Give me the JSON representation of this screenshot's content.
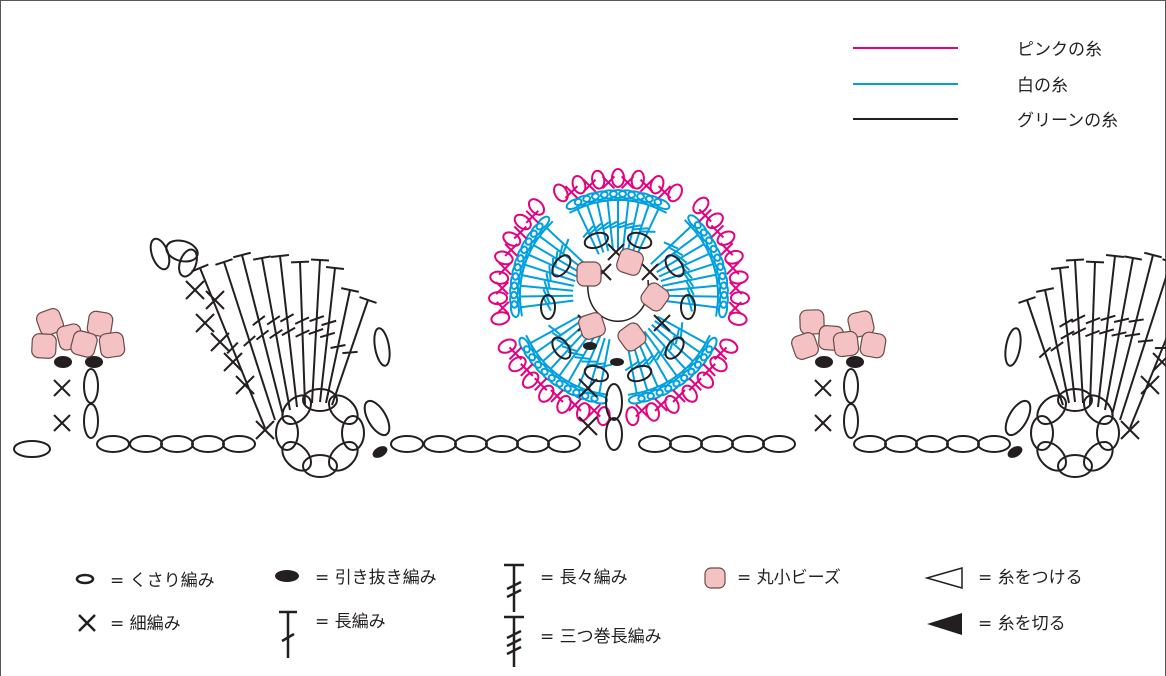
{
  "legend_lines": [
    {
      "label": "ピンクの糸",
      "color": "#e4007f"
    },
    {
      "label": "白の糸",
      "color": "#00a0e0"
    },
    {
      "label": "グリーンの糸",
      "color": "#231f20"
    }
  ],
  "key": {
    "chain": "= くさり編み",
    "single": "= 細編み",
    "slip": "= 引き抜き編み",
    "double": "= 長編み",
    "treble": "= 長々編み",
    "triple_treble": "= 三つ巻長編み",
    "bead": "= 丸小ビーズ",
    "attach": "= 糸をつける",
    "cut": "= 糸を切る"
  },
  "colors": {
    "ink": "#231f20",
    "pink": "#e4007f",
    "blue": "#00a0e0",
    "bead_fill": "#f4c2c2",
    "bead_stroke": "#6b4a4a"
  }
}
